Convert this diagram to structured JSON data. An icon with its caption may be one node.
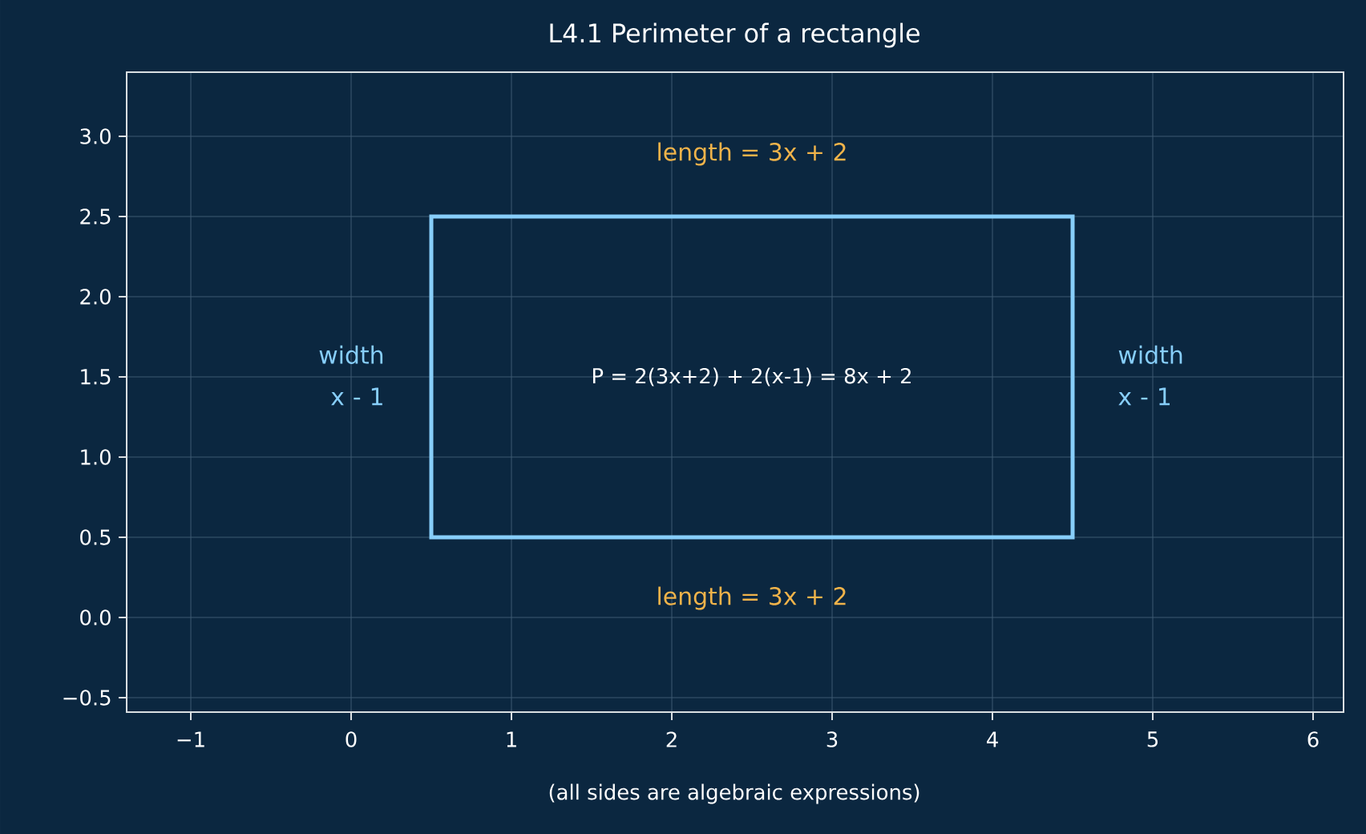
{
  "diagram": {
    "title": "L4.1  Perimeter of a rectangle",
    "caption": "(all sides are algebraic expressions)",
    "nodes": [
      {
        "text": [
          "P = 2(3x+2) + 2(x-1) = 8x + 2"
        ]
      }
    ],
    "labels": [
      "length = 3x + 2",
      "width x - 1",
      "width x - 1",
      "length = 3x + 2",
      "3.0",
      "2.5",
      "2.0",
      "1.5",
      "1.0",
      "0.5",
      "0.0",
      "−0.5",
      "−1",
      "0",
      "1",
      "2",
      "3",
      "4",
      "5",
      "6"
    ]
  }
}
